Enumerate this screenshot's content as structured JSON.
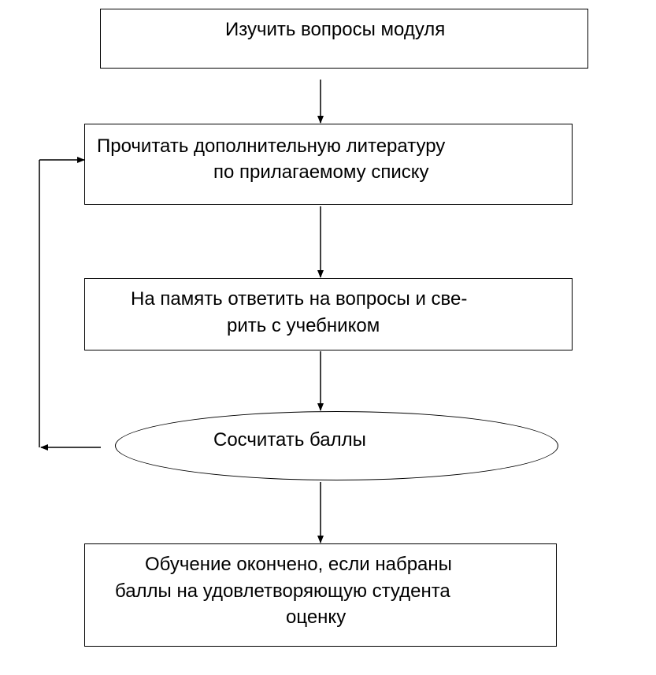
{
  "steps": {
    "study": {
      "text": "Изучить вопросы модуля"
    },
    "read": {
      "line1": "Прочитать дополнительную литературу",
      "line2": "по прилагаемому списку"
    },
    "answer": {
      "line1": "На память ответить на вопросы и све-",
      "line2": "рить с учебником"
    },
    "score": {
      "text": "Сосчитать баллы"
    },
    "finish": {
      "line1": "Обучение окончено, если  набраны",
      "line2": "баллы на удовлетворяющую студента",
      "line3": "оценку"
    }
  },
  "colors": {
    "stroke": "#000000",
    "background": "#ffffff"
  }
}
